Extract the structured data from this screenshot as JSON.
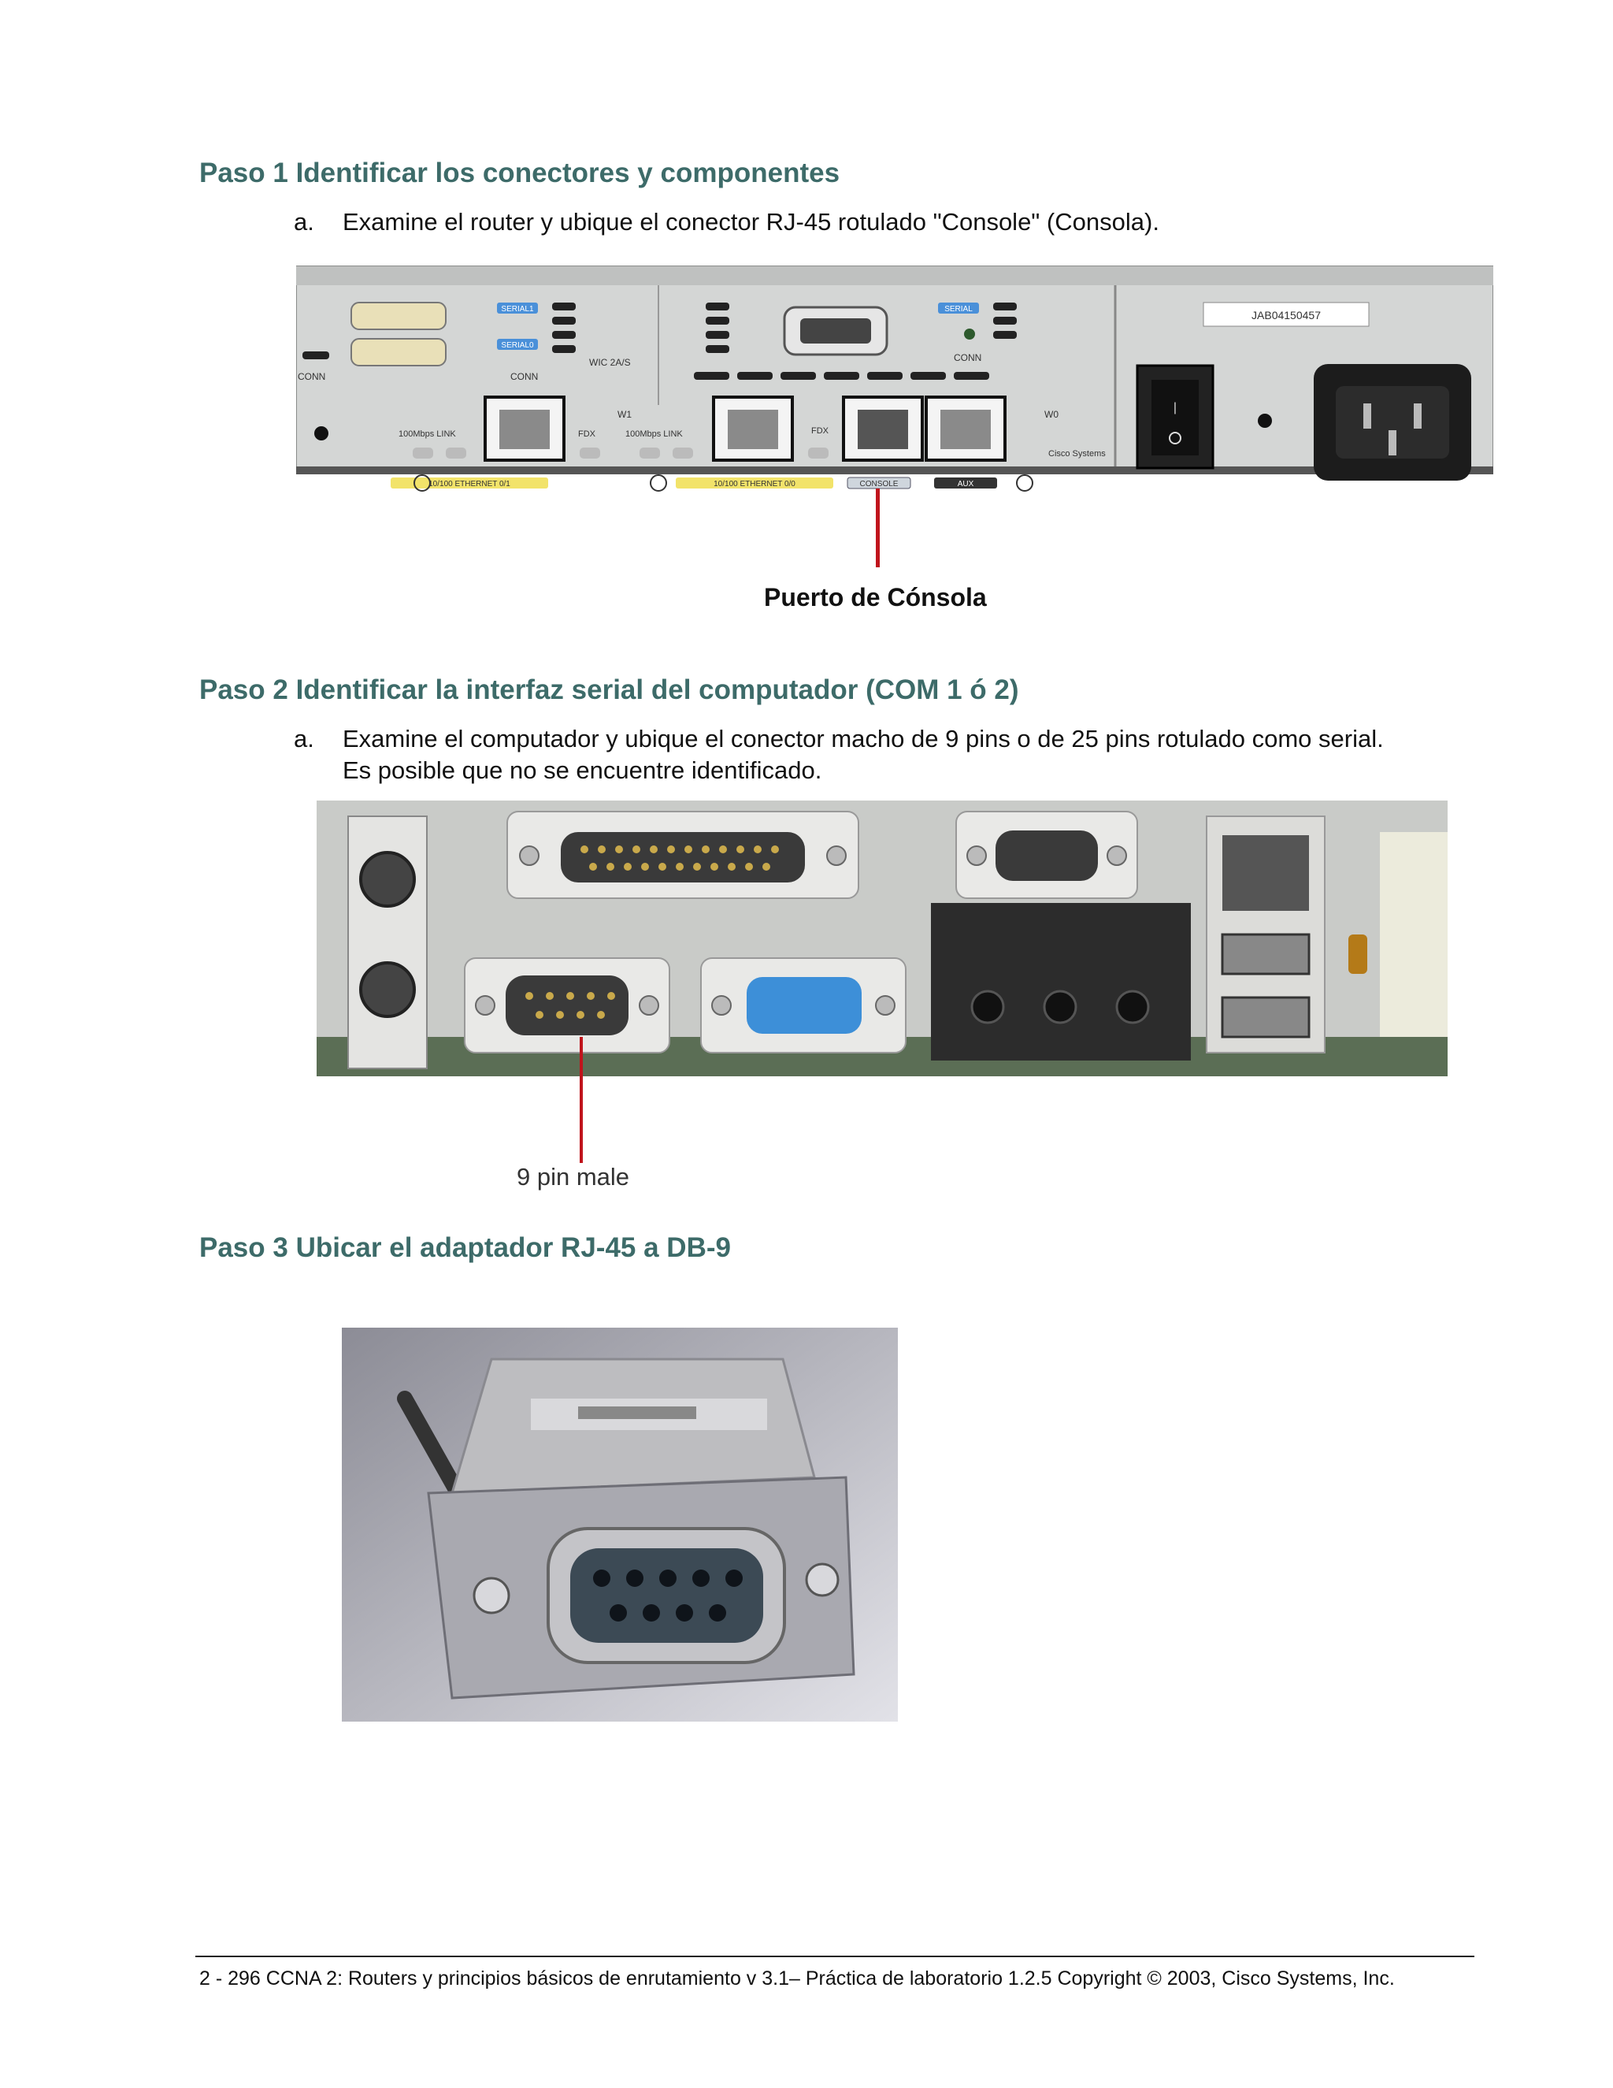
{
  "steps": [
    {
      "title": "Paso 1 Identificar los conectores y componentes",
      "item_marker": "a.",
      "item_text": "Examine el router y ubique el conector RJ-45 rotulado \"Console\" (Consola).",
      "figure_caption": "Puerto de Cónsola"
    },
    {
      "title": "Paso 2 Identificar la interfaz serial del computador (COM 1 ó 2)",
      "item_marker": "a.",
      "item_text_line1": "Examine el computador y ubique el conector macho de 9 pins o de 25 pins rotulado como serial.",
      "item_text_line2": "Es posible que no se encuentre identificado.",
      "figure_caption": "9 pin male"
    },
    {
      "title": "Paso 3 Ubicar el adaptador RJ-45 a DB-9"
    }
  ],
  "router_labels": {
    "serial1": "SERIAL1",
    "serial0": "SERIAL0",
    "serial": "SERIAL",
    "conn": "CONN",
    "wic1": "WIC 2A/S",
    "w1": "W1",
    "w0": "W0",
    "link": "100Mbps LINK",
    "fdx": "FDX",
    "eth1": "10/100 ETHERNET 0/1",
    "eth0": "10/100 ETHERNET 0/0",
    "console": "CONSOLE",
    "aux": "AUX",
    "serialno": "JAB04150457",
    "cisco": "Cisco Systems"
  },
  "footer": "2 - 296  CCNA 2: Routers y principios básicos de enrutamiento v 3.1– Práctica de laboratorio 1.2.5  Copyright © 2003, Cisco Systems, Inc."
}
